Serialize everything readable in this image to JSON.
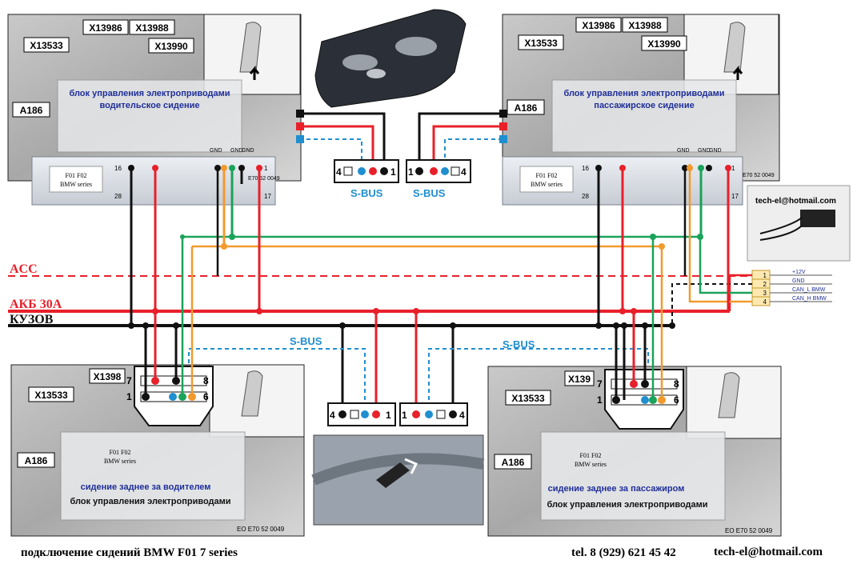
{
  "modules": {
    "driver": {
      "title": "блок управления электроприводами",
      "subtitle": "водительское сидение",
      "ref": "A186",
      "conns": [
        "X13533",
        "X13986",
        "X13988",
        "X13990"
      ],
      "code": "E70 52 0049",
      "pin_a": "16",
      "pin_b": "28",
      "pin_c": "1",
      "pin_d": "17",
      "gnd1": "GND",
      "gnd2": "GND",
      "gnd3": "GND",
      "model1": "F01 F02",
      "model2": "BMW series"
    },
    "passenger": {
      "title": "блок управления электроприводами",
      "subtitle": "пассажирское сидение",
      "ref": "A186",
      "conns": [
        "X13533",
        "X13986",
        "X13988",
        "X13990"
      ],
      "code": "E70 52 0049",
      "pin_a": "16",
      "pin_b": "28",
      "pin_c": "1",
      "pin_d": "17",
      "gnd1": "GND",
      "gnd2": "GND",
      "gnd3": "GND",
      "model1": "F01 F02",
      "model2": "BMW series"
    },
    "rear_left": {
      "title": "сидение заднее за водителем",
      "subtitle": "блок управления электроприводами",
      "ref": "A186",
      "conns": [
        "X13533",
        "X1398"
      ],
      "code": "EO E70 52 0049",
      "model1": "F01 F02",
      "model2": "BMW series"
    },
    "rear_right": {
      "title": "сидение заднее за пассажиром",
      "subtitle": "блок управления электроприводами",
      "ref": "A186",
      "conns": [
        "X13533",
        "X139"
      ],
      "code": "EO E70 52 0049",
      "model1": "F01 F02",
      "model2": "BMW series"
    }
  },
  "buses": {
    "acc": "ACC",
    "bat": "АКБ 30А",
    "body": "КУЗОВ"
  },
  "sbus_label": "S-BUS",
  "plug_pins": {
    "left": "4",
    "right": "1"
  },
  "rear_plug": {
    "top_left": "7",
    "top_right": "8",
    "bottom_left": "1",
    "bottom_right": "6"
  },
  "interface": {
    "email": "tech-el@hotmail.com",
    "pins": [
      "1",
      "2",
      "3",
      "4"
    ],
    "signals": [
      "+12V",
      "GND",
      "CAN_L BMW",
      "CAN_H BMW"
    ]
  },
  "footer": {
    "caption": "подключение сидений BMW  F01  7 series",
    "phone": "tel. 8 (929) 621 45 42",
    "email": "tech-el@hotmail.com"
  },
  "colors": {
    "red": "#e8202a",
    "black": "#111111",
    "green": "#1aa35a",
    "orange": "#f29a2e",
    "blue": "#1f8fd0",
    "navy": "#1f2f9a"
  }
}
